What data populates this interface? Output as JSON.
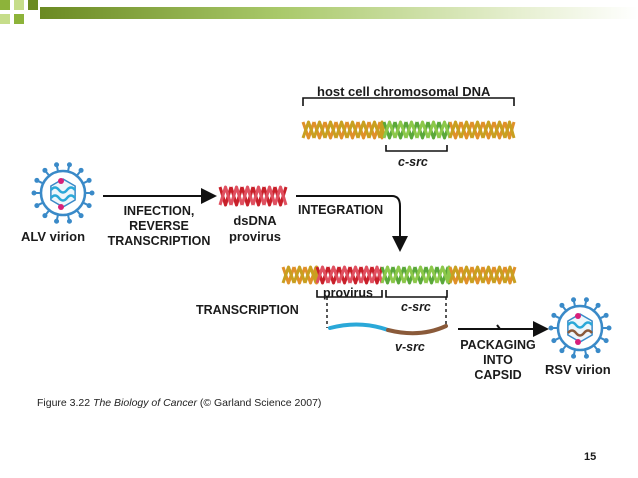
{
  "slide": {
    "page_number": "15",
    "accent_colors": {
      "green": "#8db33a",
      "light_green": "#c6dd8a",
      "dark_olive": "#6b8a22"
    }
  },
  "diagram": {
    "labels": {
      "alv_virion": "ALV virion",
      "infection": "INFECTION,",
      "reverse": "REVERSE",
      "transcription_upper": "TRANSCRIPTION",
      "dsdna": "dsDNA",
      "provirus": "provirus",
      "integration": "INTEGRATION",
      "host_dna": "host cell chromosomal DNA",
      "c_src_top": "c-src",
      "provirus_lower": "provirus",
      "c_src_lower": "c-src",
      "transcription": "TRANSCRIPTION",
      "v_src": "v-src",
      "packaging": "PACKAGING",
      "into": "INTO",
      "capsid": "CAPSID",
      "rsv_virion": "RSV virion"
    },
    "colors": {
      "host_strand": "#e0902a",
      "host_strand_2": "#c8a020",
      "csrc_strand": "#5aa83a",
      "csrc_strand_2": "#8cc84a",
      "provirus_strand": "#c8202a",
      "virion_body": "#ffffff",
      "virion_border": "#3a8ac8",
      "spike": "#3a8ac8",
      "rna_blue": "#2aa8d8",
      "rna_brown": "#8a5a3a",
      "dot_pink": "#d8207a",
      "dot_blue": "#2a4a9a"
    }
  },
  "caption": {
    "prefix": "Figure 3.22  ",
    "book": "The Biology of Cancer",
    "suffix": " (© Garland Science 2007)"
  }
}
